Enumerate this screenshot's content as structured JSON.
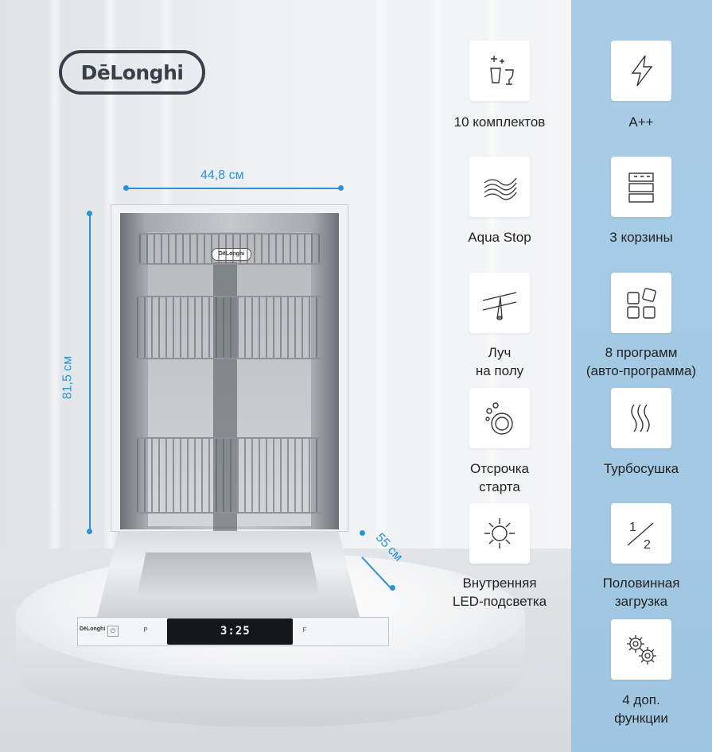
{
  "brand": {
    "logo_text": "DēLonghi",
    "panel_logo": "DēLonghi"
  },
  "dimensions": {
    "width": "44,8 см",
    "height": "81,5 см",
    "depth": "55 см"
  },
  "display": {
    "time": "3:25"
  },
  "panel": {
    "button_p": "P",
    "button_f": "F"
  },
  "features": [
    {
      "icon": "glasses-sparkle-icon",
      "lines": [
        "10 комплектов"
      ]
    },
    {
      "icon": "lightning-icon",
      "lines": [
        "A++"
      ]
    },
    {
      "icon": "water-waves-icon",
      "lines": [
        "Aqua Stop"
      ]
    },
    {
      "icon": "baskets-icon",
      "lines": [
        "3 корзины"
      ]
    },
    {
      "icon": "floor-beam-icon",
      "lines": [
        "Луч",
        "на полу"
      ]
    },
    {
      "icon": "program-squares-icon",
      "lines": [
        "8 программ",
        "(авто-программа)"
      ]
    },
    {
      "icon": "delay-start-icon",
      "lines": [
        "Отсрочка",
        "старта"
      ]
    },
    {
      "icon": "turbo-dry-icon",
      "lines": [
        "Турбосушка"
      ]
    },
    {
      "icon": "sun-light-icon",
      "lines": [
        "Внутренняя",
        "LED-подсветка"
      ]
    },
    {
      "icon": "half-load-icon",
      "lines": [
        "Половинная",
        "загрузка"
      ],
      "fraction_top": "1",
      "fraction_bottom": "2"
    },
    {
      "icon": "gears-icon",
      "lines": [
        "4 доп.",
        "функции"
      ]
    }
  ],
  "colors": {
    "accent": "#2a93d6",
    "panel_blue": "#a9cde5",
    "logo_dark": "#3b3f4a"
  }
}
